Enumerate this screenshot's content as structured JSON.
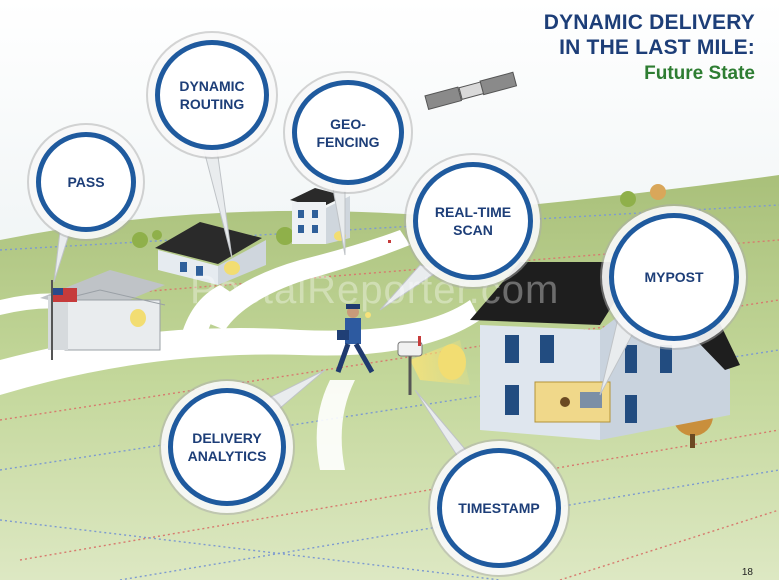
{
  "title": {
    "line1": "DYNAMIC DELIVERY",
    "line2": "IN THE LAST MILE:",
    "subtitle": "Future State"
  },
  "bubbles": {
    "pass": "PASS",
    "dynamic_routing": "DYNAMIC\nROUTING",
    "geo_fencing": "GEO-\nFENCING",
    "real_time_scan": "REAL-TIME\nSCAN",
    "mypost": "MYPOST",
    "delivery_analytics": "DELIVERY\nANALYTICS",
    "timestamp": "TIMESTAMP"
  },
  "watermark": "PostalReporter.com",
  "page_number": "18",
  "colors": {
    "title_blue": "#1d3e78",
    "subtitle_green": "#2e7d32",
    "bubble_border": "#1f5a9e",
    "grass": "#b9cf8a"
  }
}
